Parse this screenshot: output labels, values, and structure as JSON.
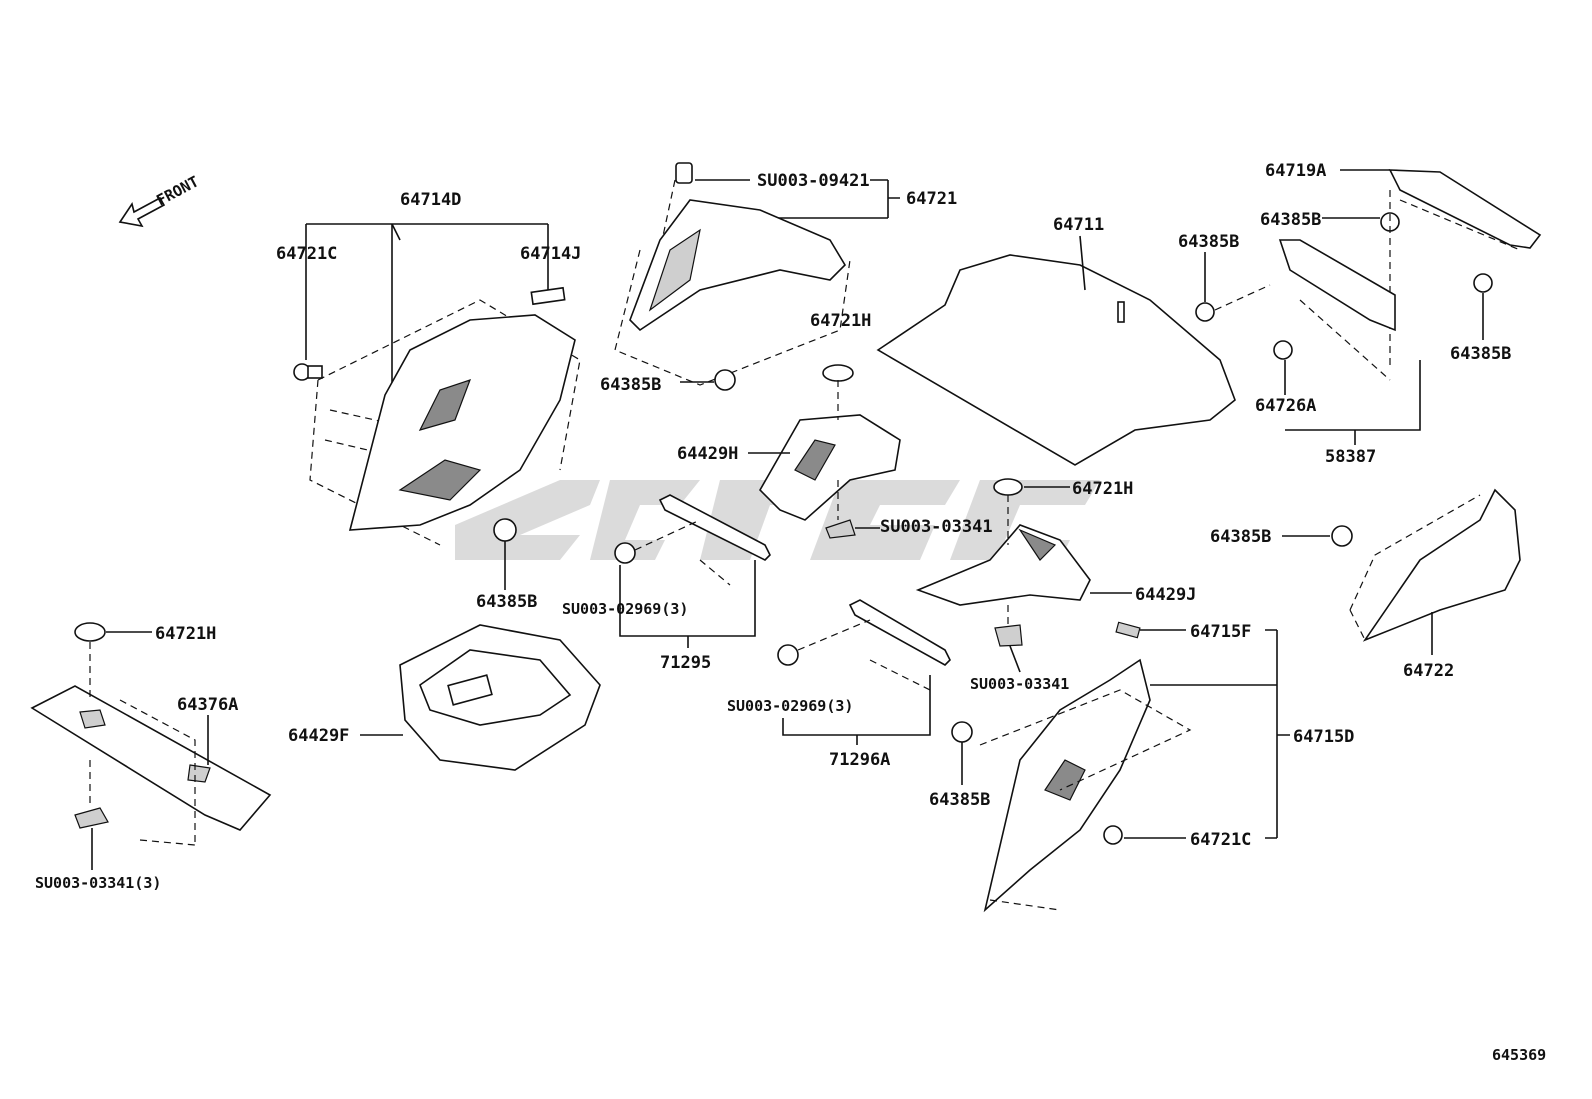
{
  "direction_label": "FRONT",
  "diagram_id": "645369",
  "labels": {
    "l_64714D": "64714D",
    "l_64721C_a": "64721C",
    "l_64714J": "64714J",
    "l_64385B_a": "64385B",
    "l_SU003_09421": "SU003-09421",
    "l_64721": "64721",
    "l_64385B_b": "64385B",
    "l_64711": "64711",
    "l_64721H_a": "64721H",
    "l_64429H": "64429H",
    "l_SU003_03341_a": "SU003-03341",
    "l_64721H_b": "64721H",
    "l_64719A": "64719A",
    "l_64385B_c": "64385B",
    "l_64385B_d": "64385B",
    "l_64385B_e": "64385B",
    "l_64726A": "64726A",
    "l_58387": "58387",
    "l_64385B_f": "64385B",
    "l_64722": "64722",
    "l_SU003_02969_a": "SU003-02969(3)",
    "l_71295": "71295",
    "l_64429J": "64429J",
    "l_SU003_03341_b": "SU003-03341",
    "l_64715F": "64715F",
    "l_64715D": "64715D",
    "l_64721C_b": "64721C",
    "l_64385B_g": "64385B",
    "l_SU003_02969_b": "SU003-02969(3)",
    "l_71296A": "71296A",
    "l_64721H_c": "64721H",
    "l_64376A": "64376A",
    "l_SU003_03341_c": "SU003-03341(3)",
    "l_64429F": "64429F"
  }
}
